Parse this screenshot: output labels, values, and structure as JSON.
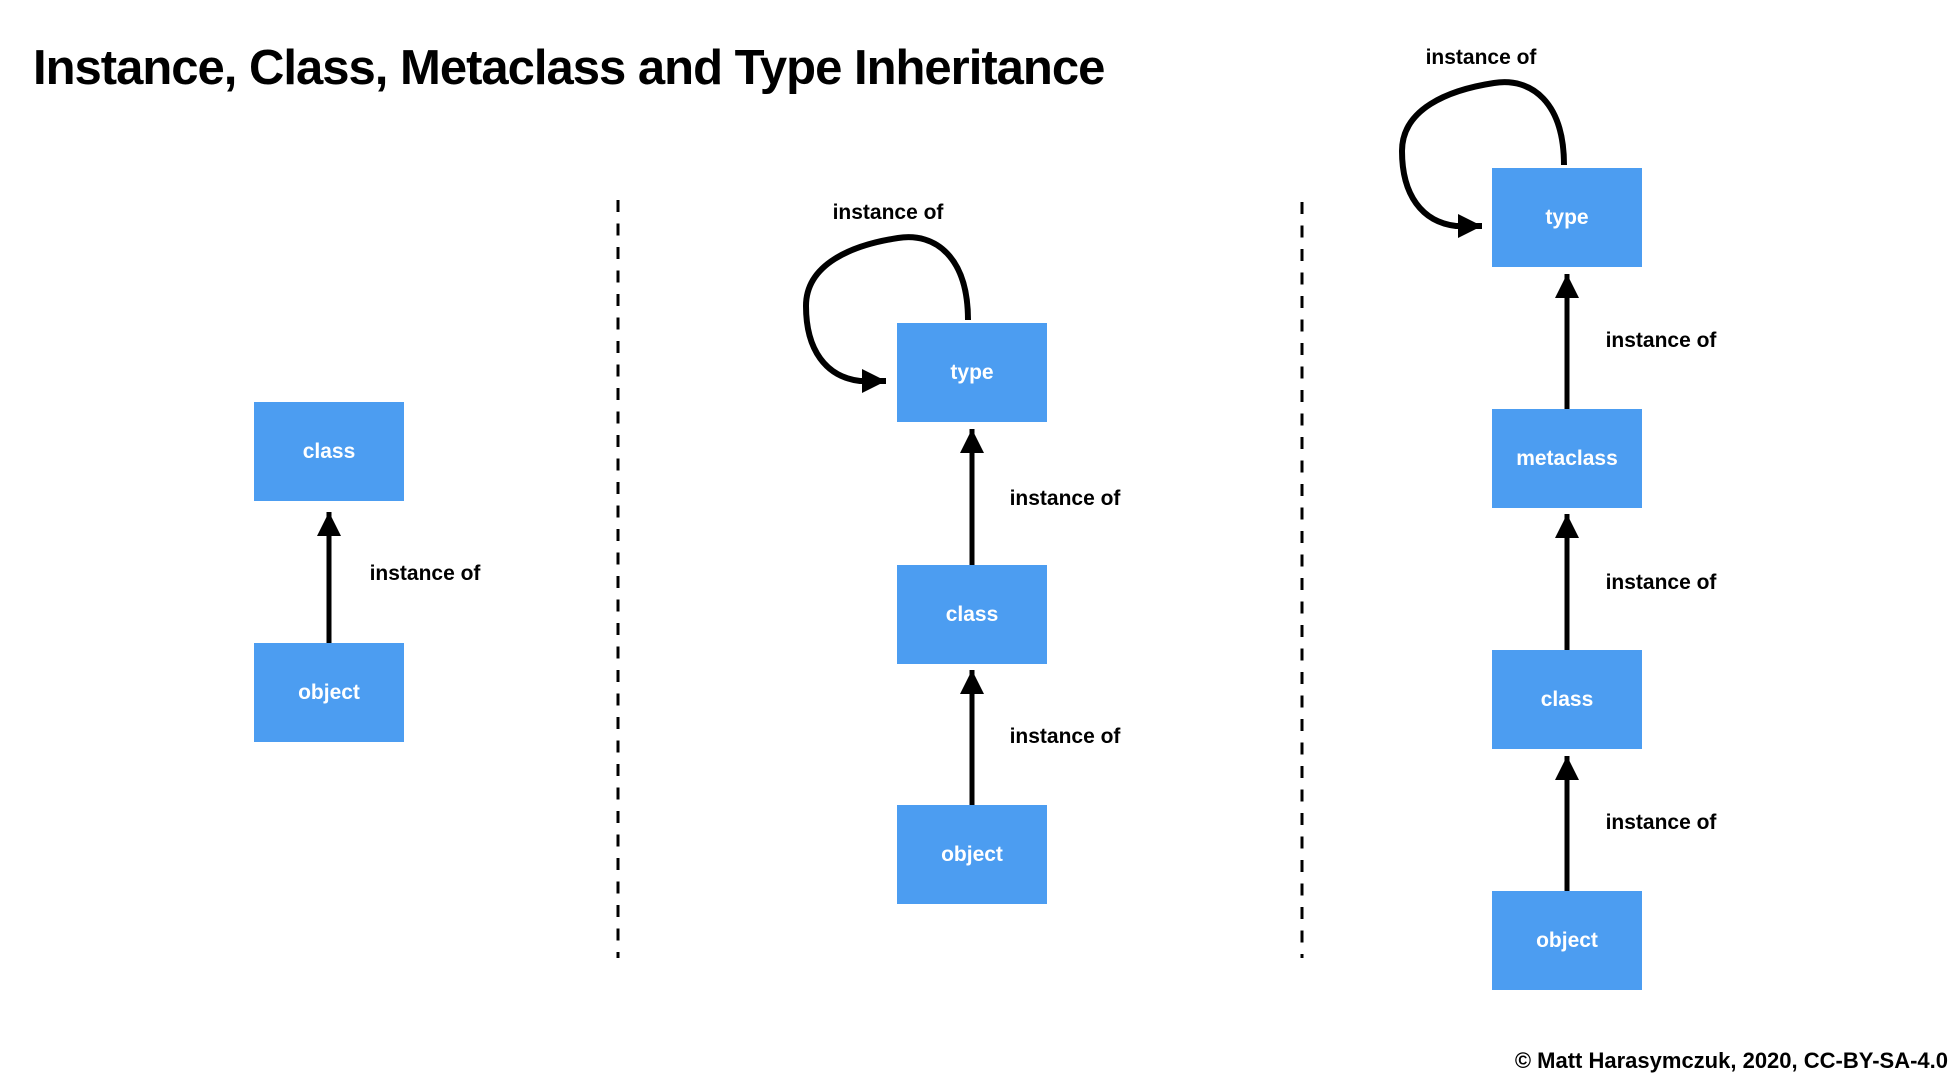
{
  "title": "Instance, Class, Metaclass and Type Inheritance",
  "footer": {
    "credit": "© Matt Harasymczuk, 2020, CC-BY-SA-4.0"
  },
  "colors": {
    "canvas_bg": "#FFFFFF",
    "box_fill": "#4C9DF1",
    "box_text": "#FFFFFF",
    "line": "#000000"
  },
  "panels": [
    {
      "id": "instance-class",
      "boxes": [
        {
          "label": "class"
        },
        {
          "label": "object"
        }
      ],
      "edges": [
        {
          "label": "instance of",
          "from": "object",
          "to": "class"
        }
      ]
    },
    {
      "id": "instance-class-type",
      "boxes": [
        {
          "label": "type"
        },
        {
          "label": "class"
        },
        {
          "label": "object"
        }
      ],
      "edges": [
        {
          "label": "instance of",
          "from": "type",
          "to": "type",
          "self_loop": true
        },
        {
          "label": "instance of",
          "from": "class",
          "to": "type"
        },
        {
          "label": "instance of",
          "from": "object",
          "to": "class"
        }
      ]
    },
    {
      "id": "instance-class-metaclass-type",
      "boxes": [
        {
          "label": "type"
        },
        {
          "label": "metaclass"
        },
        {
          "label": "class"
        },
        {
          "label": "object"
        }
      ],
      "edges": [
        {
          "label": "instance of",
          "from": "type",
          "to": "type",
          "self_loop": true
        },
        {
          "label": "instance of",
          "from": "metaclass",
          "to": "type"
        },
        {
          "label": "instance of",
          "from": "class",
          "to": "metaclass"
        },
        {
          "label": "instance of",
          "from": "object",
          "to": "class"
        }
      ]
    }
  ]
}
